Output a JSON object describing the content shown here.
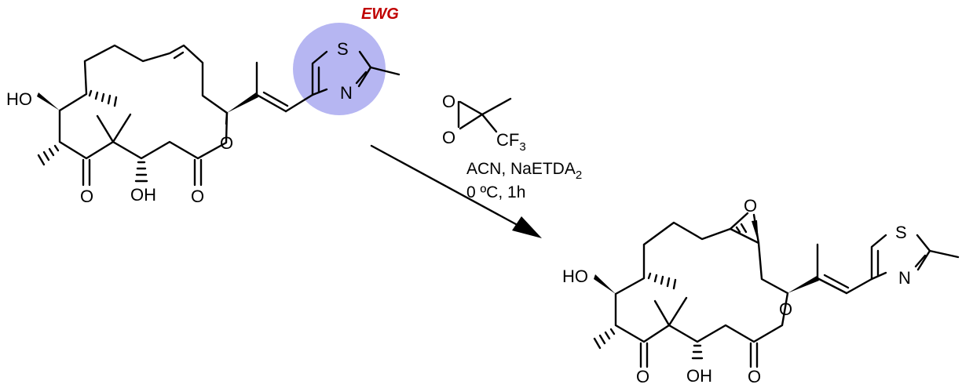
{
  "colors": {
    "ewg_text": "#c00000",
    "ewg_highlight": "#a9a9f0",
    "ink": "#000000"
  },
  "highlight": {
    "label": "EWG"
  },
  "reactant": {
    "atoms": {
      "ho": "HO",
      "oh": "OH",
      "o_ketone": "O",
      "o_ring": "O",
      "o_carbonyl": "O",
      "s": "S",
      "n": "N"
    }
  },
  "reagent": {
    "o1": "O",
    "o2": "O",
    "cf3_main": "CF",
    "cf3_sub": "3",
    "conditions_line1_main": "ACN, NaETDA",
    "conditions_line1_sub": "2",
    "conditions_line2": "0 ºC, 1h"
  },
  "product": {
    "atoms": {
      "ho": "HO",
      "oh": "OH",
      "o_ketone": "O",
      "o_ring": "O",
      "o_carbonyl": "O",
      "o_epoxide": "O",
      "s": "S",
      "n": "N"
    }
  }
}
